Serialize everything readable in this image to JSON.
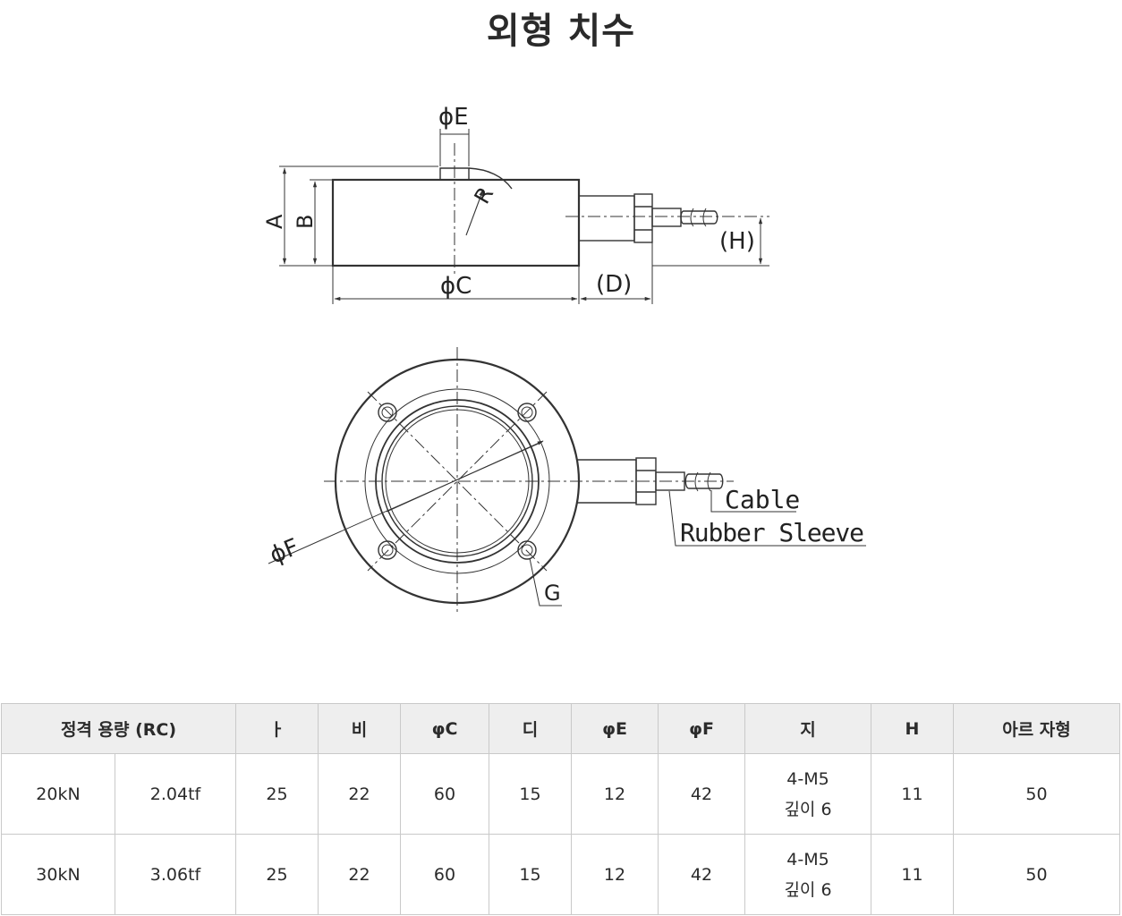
{
  "page": {
    "title": "외형 치수"
  },
  "drawing": {
    "side_view": {
      "label_phiE": "ϕE",
      "label_R": "R",
      "label_A": "A",
      "label_B": "B",
      "label_phiC": "ϕC",
      "label_D": "(D)",
      "label_H": "(H)"
    },
    "top_view": {
      "label_phiF": "ϕF",
      "label_G": "G",
      "label_cable": "Cable",
      "label_sleeve": "Rubber Sleeve"
    }
  },
  "table": {
    "headers": [
      "정격 용량 (RC)",
      "ㅏ",
      "비",
      "φC",
      "디",
      "φE",
      "φF",
      "지",
      "H",
      "아르 자형"
    ],
    "rows": [
      {
        "rc_kn": "20kN",
        "rc_tf": "2.04tf",
        "a": "25",
        "b": "22",
        "c": "60",
        "d": "15",
        "e": "12",
        "f": "42",
        "g_line1": "4-M5",
        "g_line2": "깊이 6",
        "h": "11",
        "r": "50"
      },
      {
        "rc_kn": "30kN",
        "rc_tf": "3.06tf",
        "a": "25",
        "b": "22",
        "c": "60",
        "d": "15",
        "e": "12",
        "f": "42",
        "g_line1": "4-M5",
        "g_line2": "깊이 6",
        "h": "11",
        "r": "50"
      }
    ]
  }
}
